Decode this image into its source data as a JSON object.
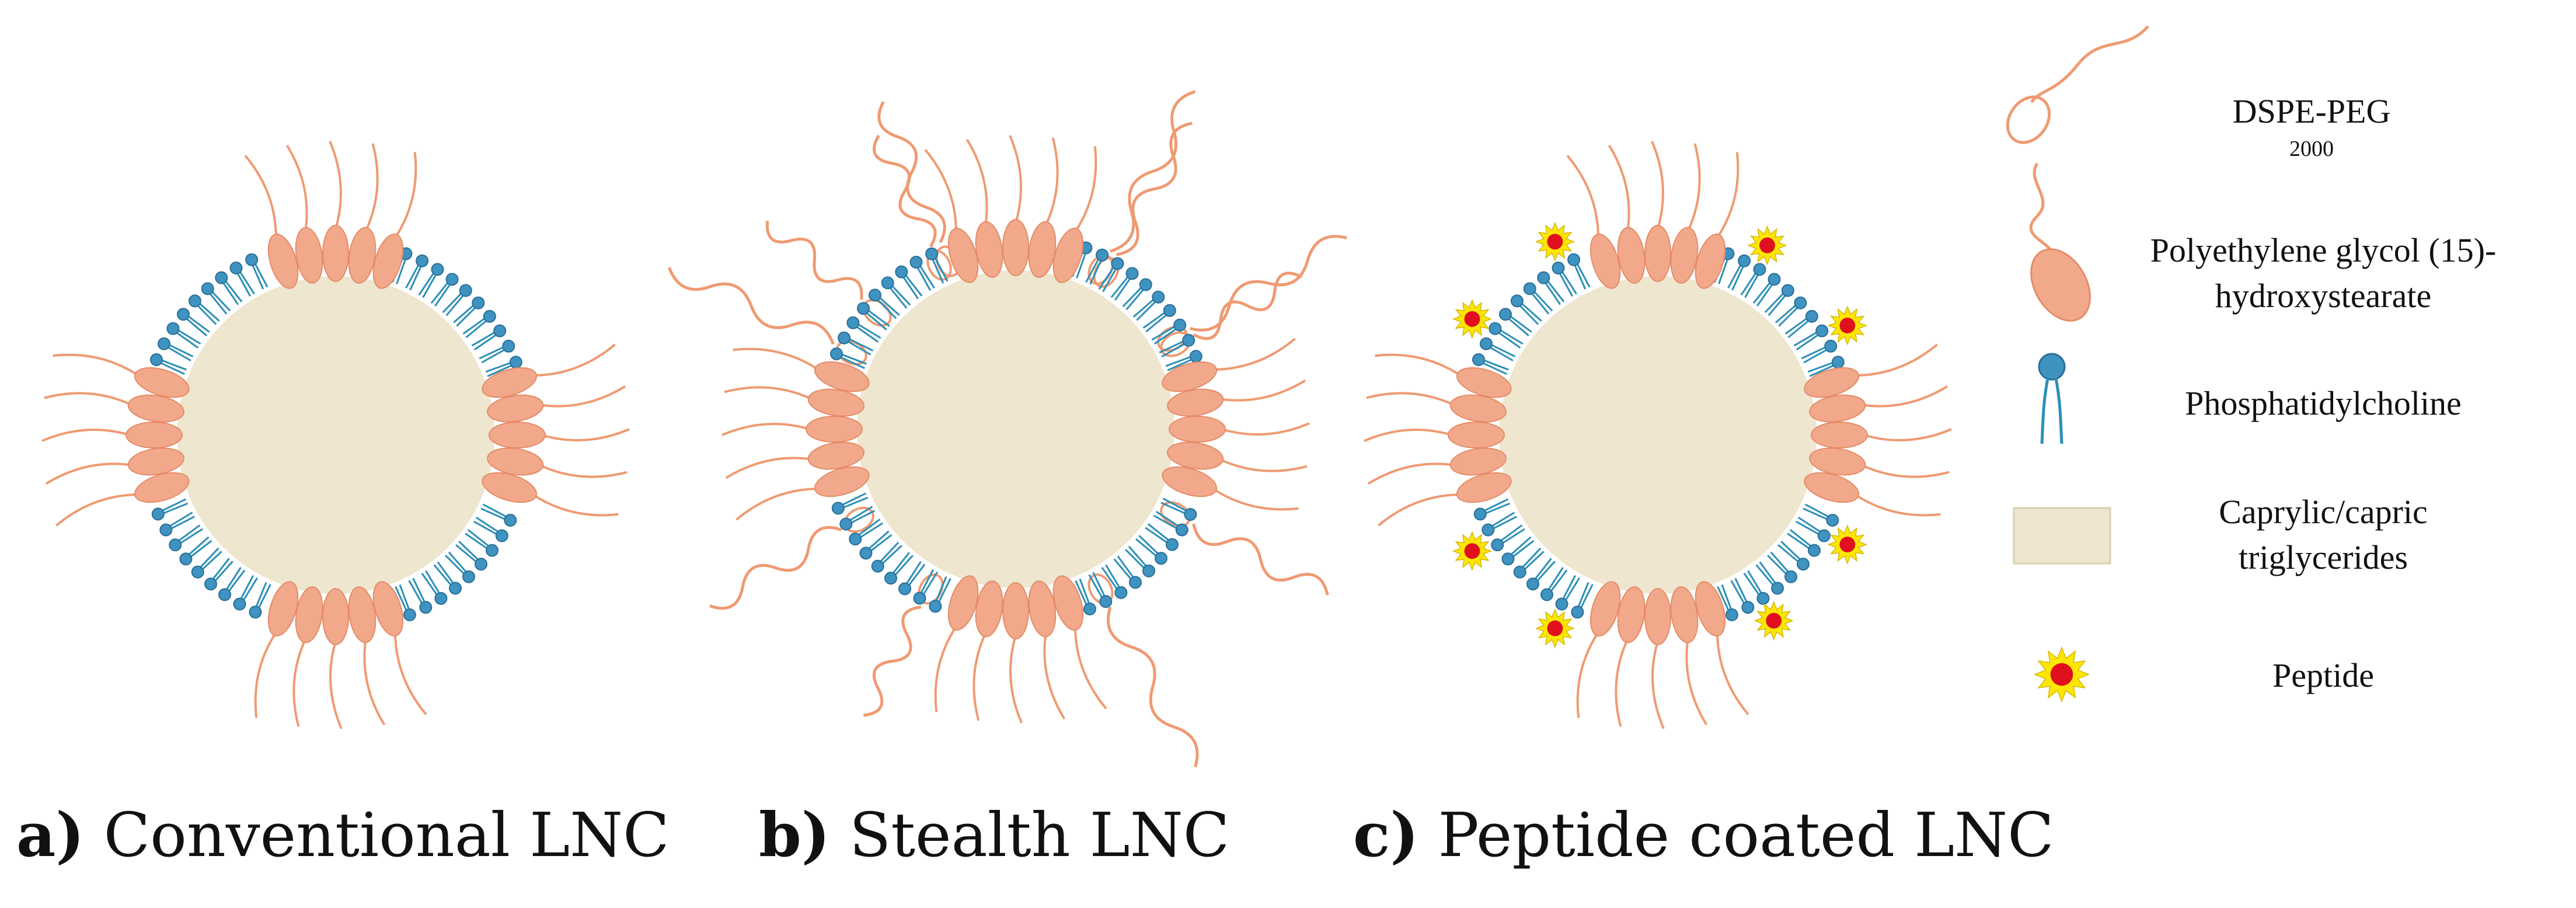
{
  "colors": {
    "core_fill": "#eee6cf",
    "core_stroke": "#ffffff",
    "lipid_head": "#3f93c1",
    "lipid_tail": "#2c8fb8",
    "surfactant": "#f2a98b",
    "surfactant_stroke": "#e58b67",
    "peg_chain": "#ef9a72",
    "peptide_star": "#ffe600",
    "peptide_core": "#e0101e"
  },
  "captions": [
    {
      "tag": "a)",
      "text": "Conventional LNC"
    },
    {
      "tag": "b)",
      "text": "Stealth LNC"
    },
    {
      "tag": "c)",
      "text": "Peptide coated LNC"
    }
  ],
  "legend": [
    {
      "icon": "dspe-peg-icon",
      "text_main": "DSPE-PEG",
      "text_sub": "2000"
    },
    {
      "icon": "polyethylene-glycol-icon",
      "lines": [
        "Polyethylene glycol (15)-",
        "hydroxystearate"
      ]
    },
    {
      "icon": "phosphatidylcholine-icon",
      "lines": [
        "Phosphatidylcholine"
      ]
    },
    {
      "icon": "triglycerides-icon",
      "lines": [
        "Caprylic/capric",
        "triglycerides"
      ]
    },
    {
      "icon": "peptide-icon",
      "lines": [
        "Peptide"
      ]
    }
  ]
}
